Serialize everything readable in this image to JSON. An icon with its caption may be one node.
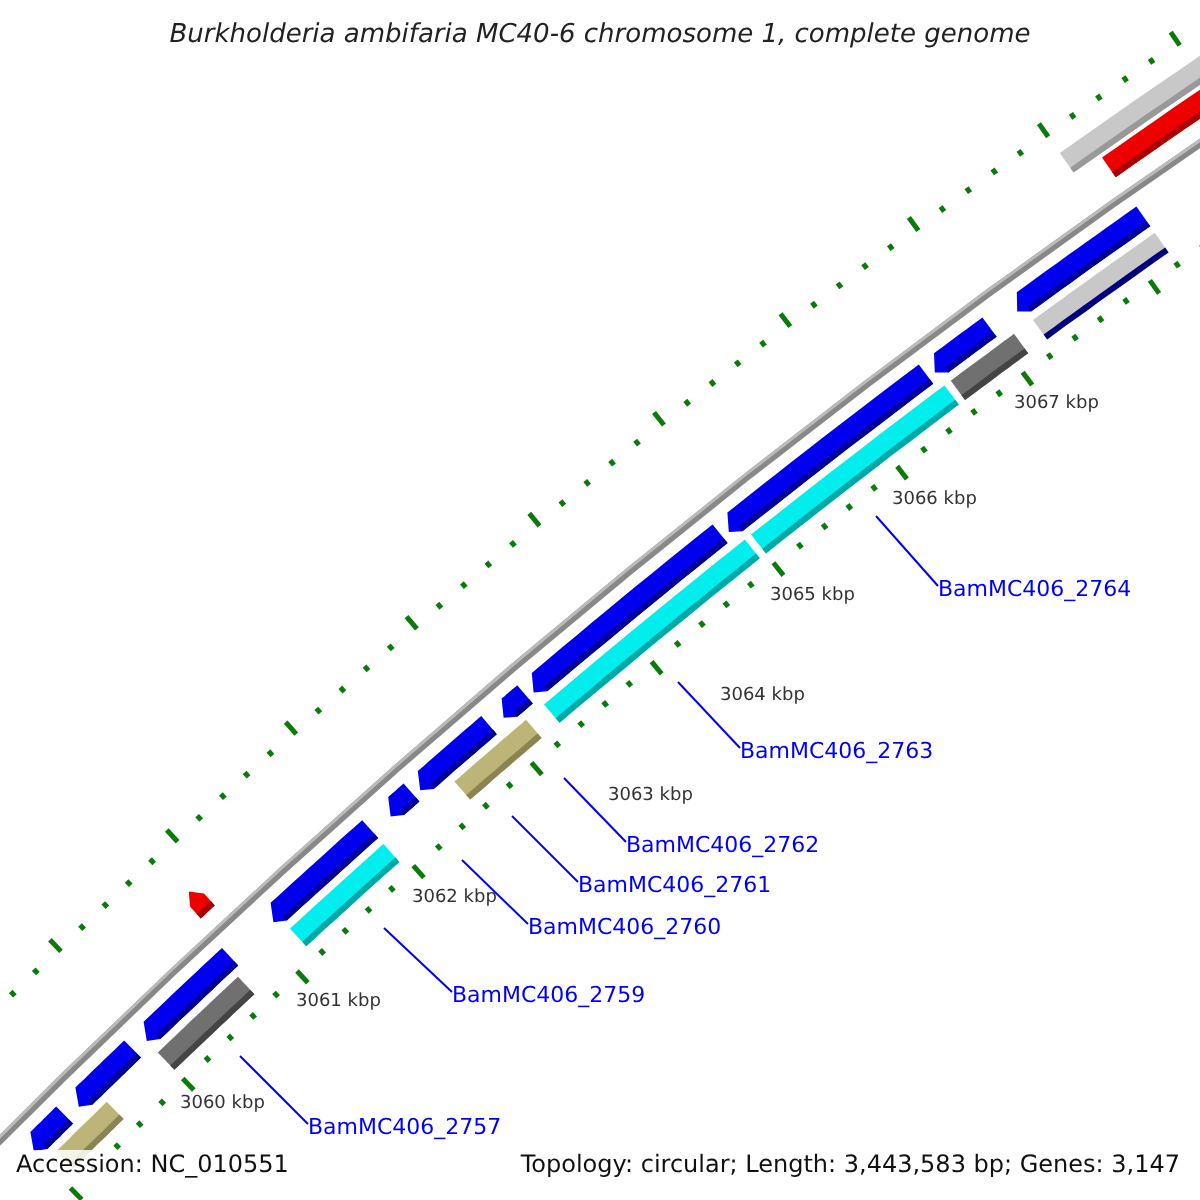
{
  "diagram": {
    "title": "Burkholderia ambifaria MC40-6 chromosome 1, complete genome",
    "nodes": [
      {
        "text": [
          "BamMC406_2757"
        ]
      },
      {
        "text": [
          "BamMC406_2759"
        ]
      },
      {
        "text": [
          "BamMC406_2760"
        ]
      },
      {
        "text": [
          "BamMC406_2761"
        ]
      },
      {
        "text": [
          "BamMC406_2762"
        ]
      },
      {
        "text": [
          "BamMC406_2763"
        ]
      },
      {
        "text": [
          "BamMC406_2764"
        ]
      }
    ],
    "edges": [
      {
        "from": 0,
        "to": null,
        "arrow": "none"
      },
      {
        "from": 1,
        "to": null,
        "arrow": "none"
      },
      {
        "from": 2,
        "to": null,
        "arrow": "none"
      },
      {
        "from": 3,
        "to": null,
        "arrow": "none"
      },
      {
        "from": 4,
        "to": null,
        "arrow": "none"
      },
      {
        "from": 5,
        "to": null,
        "arrow": "none"
      },
      {
        "from": 6,
        "to": null,
        "arrow": "none"
      }
    ],
    "labels": [
      "3067 kbp",
      "3066 kbp",
      "3065 kbp",
      "3064 kbp",
      "3063 kbp",
      "3062 kbp",
      "3061 kbp",
      "3060 kbp",
      "Accession: NC_010551",
      "Topology: circular; Length: 3,443,583 bp; Genes: 3,147"
    ]
  }
}
